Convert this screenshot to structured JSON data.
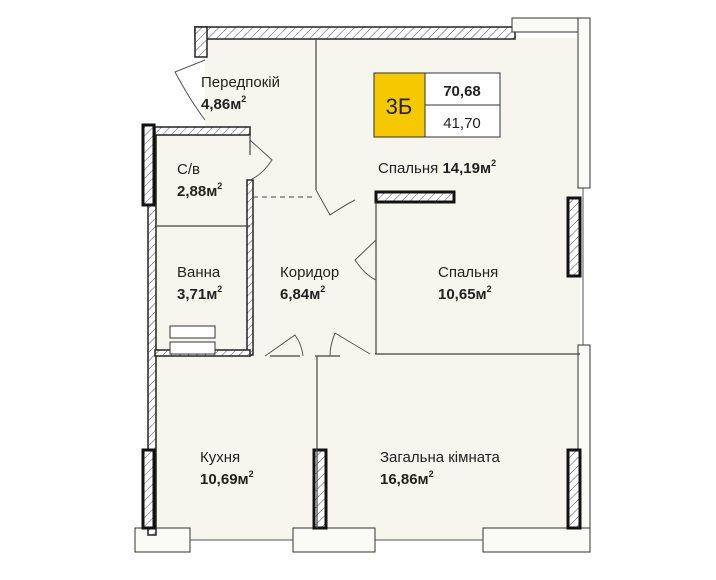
{
  "badge": {
    "apartment_type": "3Б",
    "total_area": "70,68",
    "living_area": "41,70",
    "accent_color": "#f5c800"
  },
  "rooms": [
    {
      "name": "Передпокій",
      "area": "4,86м",
      "unit_sup": "2"
    },
    {
      "name": "Спальня",
      "area": "14,19м",
      "unit_sup": "2"
    },
    {
      "name": "С/в",
      "area": "2,88м",
      "unit_sup": "2"
    },
    {
      "name": "Ванна",
      "area": "3,71м",
      "unit_sup": "2"
    },
    {
      "name": "Коридор",
      "area": "6,84м",
      "unit_sup": "2"
    },
    {
      "name": "Спальня",
      "area": "10,65м",
      "unit_sup": "2"
    },
    {
      "name": "Кухня",
      "area": "10,69м",
      "unit_sup": "2"
    },
    {
      "name": "Загальна кімната",
      "area": "16,86м",
      "unit_sup": "2"
    }
  ]
}
